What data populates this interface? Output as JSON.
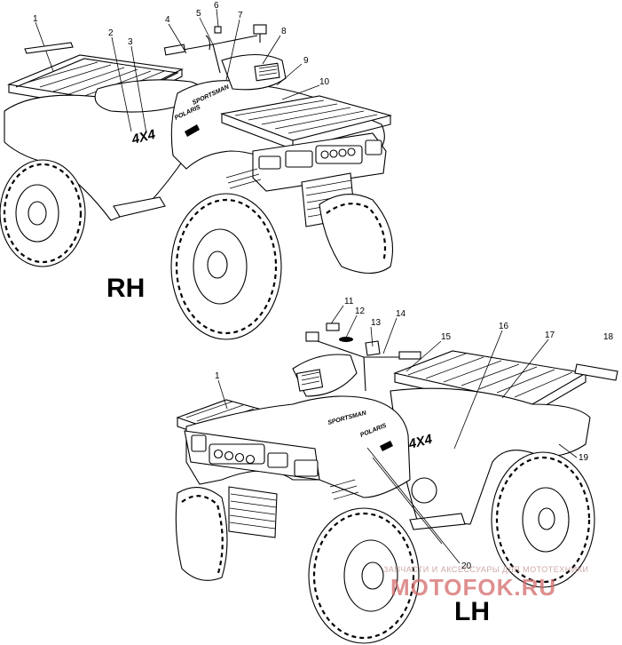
{
  "views": [
    {
      "name": "right-hand",
      "label": "RH"
    },
    {
      "name": "left-hand",
      "label": "LH"
    }
  ],
  "decals": {
    "model": "4X4",
    "brand": "POLARIS",
    "series": "SPORTSMAN"
  },
  "callouts": {
    "rh": [
      "1",
      "2",
      "3",
      "4",
      "5",
      "6",
      "7",
      "8",
      "9",
      "10"
    ],
    "lh": [
      "11",
      "12",
      "13",
      "14",
      "15",
      "16",
      "17",
      "18",
      "19",
      "20",
      "1"
    ]
  },
  "watermark": {
    "subtitle": "ЗАПЧАСТИ И АКСЕССУАРЫ ДЛЯ МОТОТЕХНИКИ",
    "site": "MOTOFOK.RU"
  }
}
